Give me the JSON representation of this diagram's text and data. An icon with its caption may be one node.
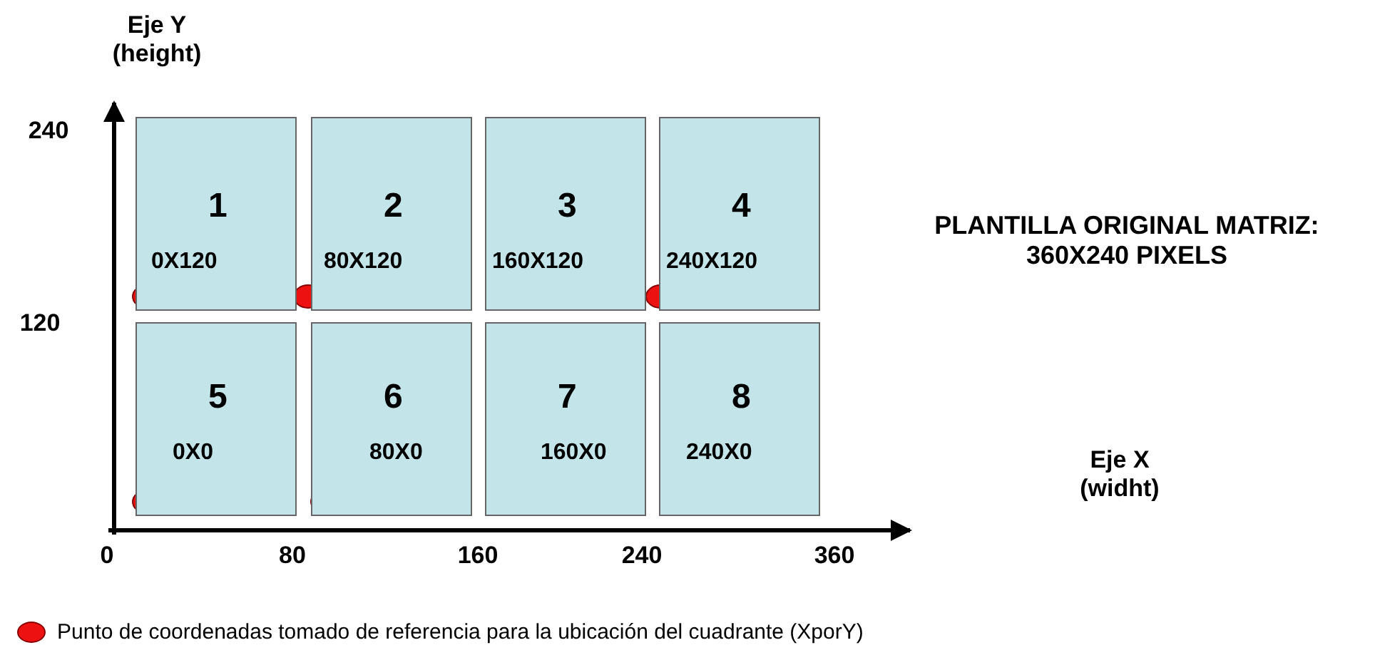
{
  "diagram": {
    "nodes": [
      {
        "text": [
          "1",
          "0X120"
        ]
      },
      {
        "text": [
          "2",
          "80X120"
        ]
      },
      {
        "text": [
          "3",
          "160X120"
        ]
      },
      {
        "text": [
          "4",
          "240X120"
        ]
      },
      {
        "text": [
          "5",
          "0X0"
        ]
      },
      {
        "text": [
          "6",
          "80X0"
        ]
      },
      {
        "text": [
          "7",
          "160X0"
        ]
      },
      {
        "text": [
          "8",
          "240X0"
        ]
      }
    ],
    "labels": [
      "Eje Y (height)",
      "240",
      "120",
      "PLANTILLA ORIGINAL MATRIZ: 360X240 PIXELS",
      "Eje X (widht)",
      "0",
      "80",
      "160",
      "240",
      "360"
    ],
    "legend": [
      {
        "text": "Punto de coordenadas tomado de referencia para la ubicación del cuadrante (XporY)",
        "color": "#ee1111"
      }
    ]
  }
}
